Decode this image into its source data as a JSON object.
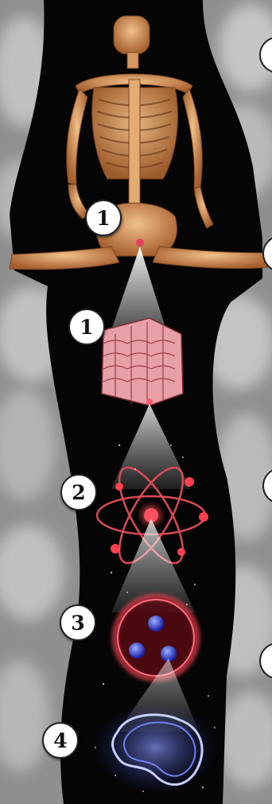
{
  "markers": {
    "bone_stage": "1",
    "collagen_stage": "1",
    "atom_stage": "2",
    "nucleus_stage": "3",
    "quark_stage": "4"
  },
  "colors": {
    "background": "#050505",
    "bone": "#c98a52",
    "collagen": "#e69aa2",
    "atom": "#d94a55",
    "nucleon": "#2a35c8",
    "quark": "#6c7cf0"
  }
}
